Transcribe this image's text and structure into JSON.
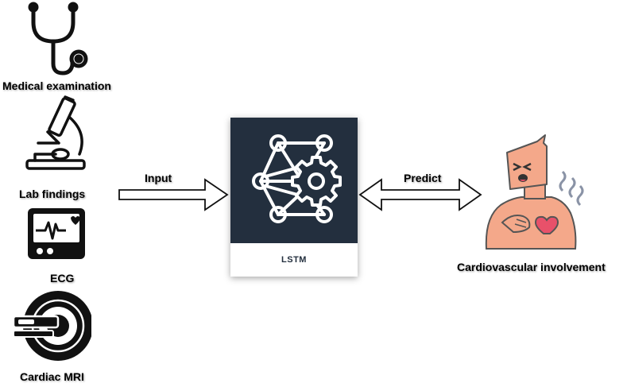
{
  "inputs": {
    "medical_examination": "Medical examination",
    "lab_findings": "Lab findings",
    "ecg": "ECG",
    "cardiac_mri": "Cardiac MRI"
  },
  "arrows": {
    "input_label": "Input",
    "predict_label": "Predict"
  },
  "model": {
    "name": "LSTM",
    "panel_color": "#232f3e"
  },
  "output": {
    "label": "Cardiovascular involvement",
    "skin_color": "#f4a88a",
    "heart_color": "#e8516a"
  }
}
